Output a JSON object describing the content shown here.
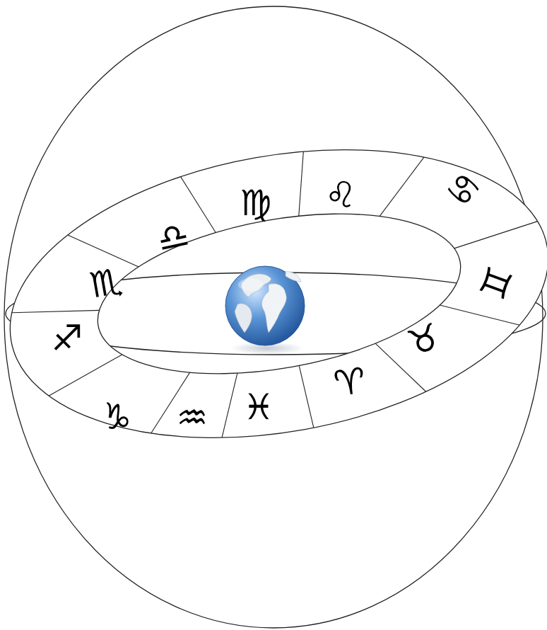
{
  "diagram": {
    "labels": [
      "♈",
      "♉",
      "♊",
      "♋",
      "♌",
      "♍",
      "♎",
      "♏",
      "♐",
      "♑",
      "♒",
      "♓"
    ]
  }
}
